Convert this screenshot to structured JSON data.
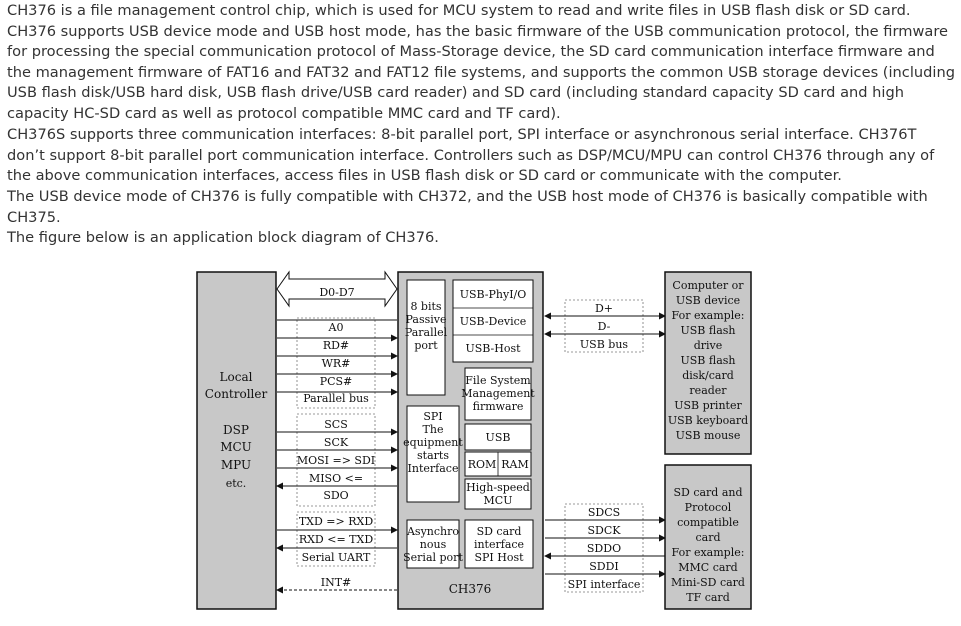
{
  "article": {
    "paragraphs": [
      "CH376 is a file management control chip, which is used for MCU system to read and write files in USB flash disk or SD card. CH376 supports USB device mode and USB host mode, has the basic firmware of the USB communication protocol, the firmware for processing the special communication protocol of Mass-Storage device, the SD card communication interface firmware and the management firmware of FAT16 and FAT32 and FAT12 file systems, and supports the common USB storage devices (including USB flash disk/USB hard disk, USB flash drive/USB card reader) and SD card (including standard capacity SD card and high capacity HC-SD card as well as protocol compatible MMC card and TF card).",
      "CH376S supports three communication interfaces: 8-bit parallel port, SPI interface or asynchronous serial interface. CH376T don’t support 8-bit parallel port communication interface. Controllers such as DSP/MCU/MPU can control CH376 through any of the above communication interfaces, access files in USB flash disk or SD card or communicate with the computer.",
      "The USB device mode of CH376 is fully compatible with CH372, and the USB host mode of CH376 is basically compatible with CH375.",
      "The figure below is an application block diagram of CH376."
    ]
  },
  "diagram": {
    "left_controller": {
      "title": [
        "Local",
        "Controller"
      ],
      "types": [
        "DSP",
        "MCU",
        "MPU",
        "etc."
      ]
    },
    "parallel_bus": {
      "data_bus": "D0-D7",
      "signals": [
        "A0",
        "RD#",
        "WR#",
        "PCS#"
      ],
      "label": "Parallel bus"
    },
    "spi_bus": {
      "signals": [
        "SCS",
        "SCK",
        "MOSI => SDI",
        "MISO <=",
        "SDO"
      ]
    },
    "uart_bus": {
      "signals": [
        "TXD => RXD",
        "RXD <= TXD"
      ],
      "label": "Serial UART"
    },
    "interrupt": "INT#",
    "chip": {
      "name": "CH376",
      "parallel_port": [
        "8 bits",
        "Passive",
        "Parallel",
        "port"
      ],
      "usb_phy": "USB-PhyI/O",
      "usb_device": "USB-Device",
      "usb_host": "USB-Host",
      "fs_firmware": [
        "File System",
        "Management",
        "firmware"
      ],
      "spi_interface": [
        "SPI",
        "The",
        "equipment",
        "starts",
        "Interface"
      ],
      "usb": "USB",
      "rom": "ROM",
      "ram": "RAM",
      "mcu": [
        "High-speed",
        "MCU"
      ],
      "async_serial": [
        "Asynchro",
        "nous",
        "Serial port"
      ],
      "sd_interface": [
        "SD card",
        "interface",
        "SPI Host"
      ]
    },
    "usb_bus": {
      "signals": [
        "D+",
        "D-"
      ],
      "label": "USB bus"
    },
    "spi_right_bus": {
      "signals": [
        "SDCS",
        "SDCK",
        "SDDO",
        "SDDI"
      ],
      "label": "SPI interface"
    },
    "usb_targets": [
      "Computer or",
      "USB device",
      "For example:",
      "USB flash",
      "drive",
      "USB flash",
      "disk/card",
      "reader",
      "USB printer",
      "USB keyboard",
      "USB mouse"
    ],
    "sd_targets": [
      "SD card and",
      "Protocol",
      "compatible",
      "card",
      "For example:",
      "MMC card",
      "Mini-SD card",
      "TF card"
    ]
  }
}
